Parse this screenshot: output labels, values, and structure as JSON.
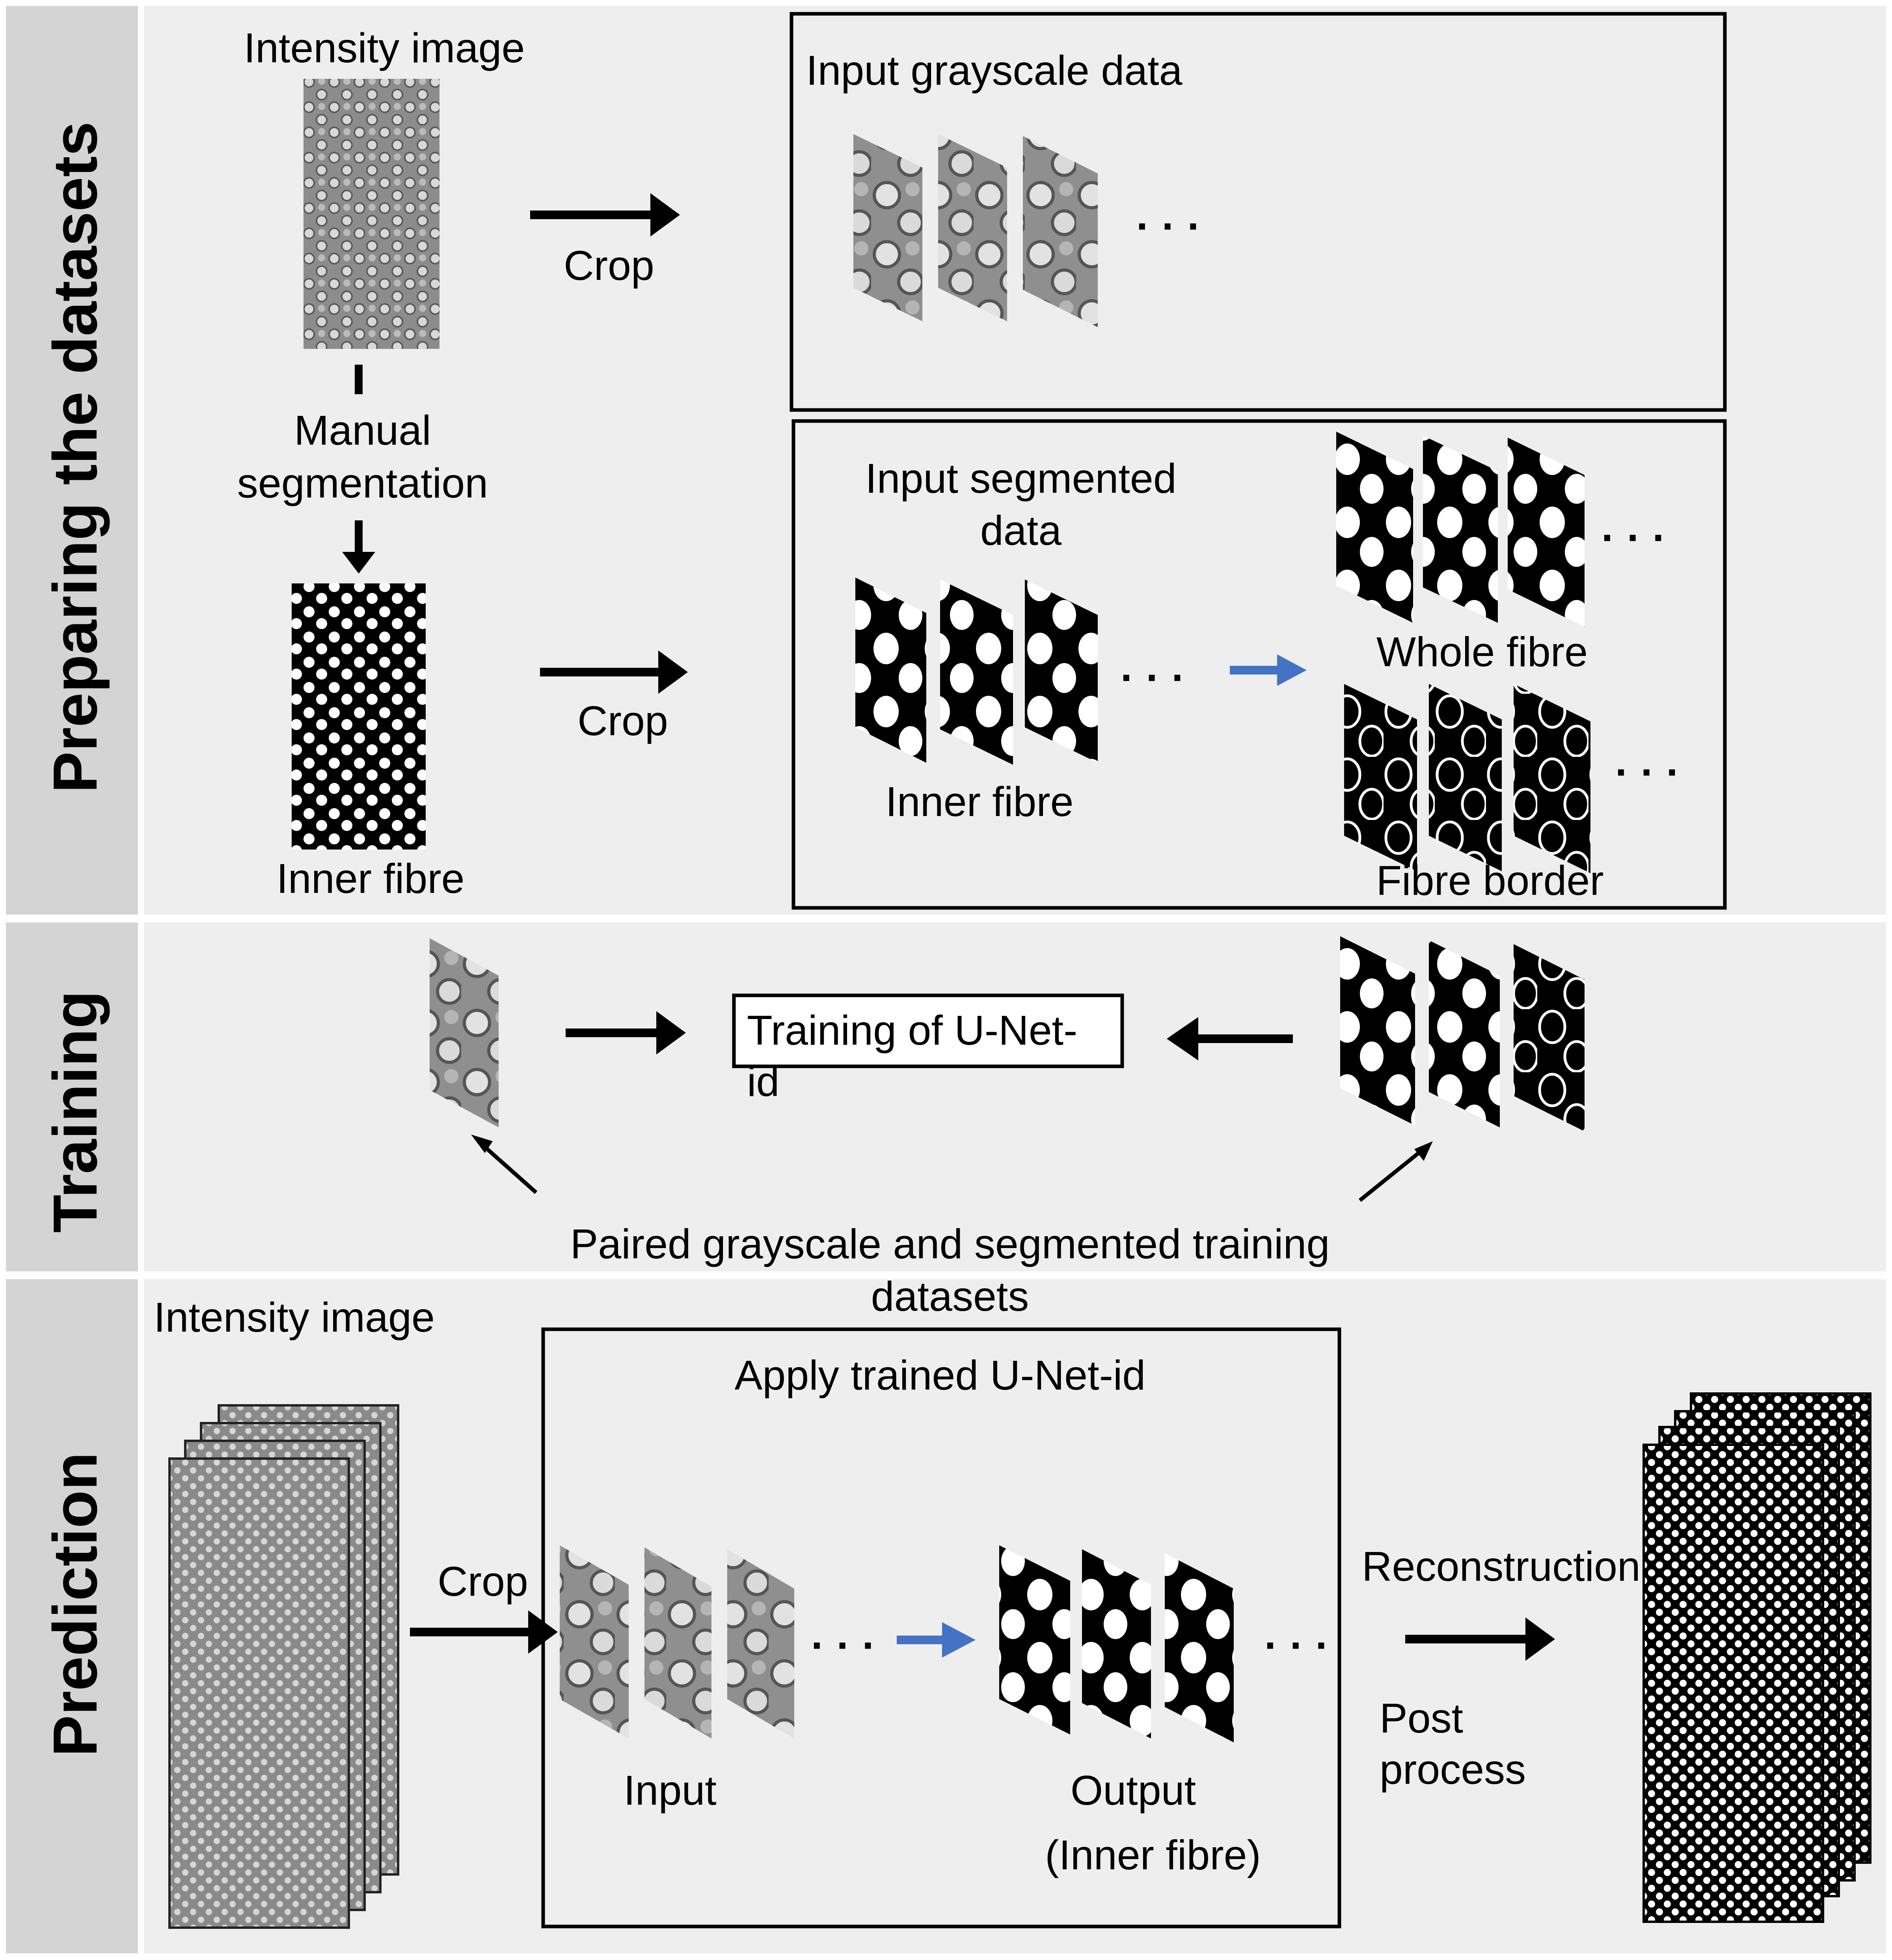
{
  "sections": {
    "preparing": "Preparing the datasets",
    "training": "Training",
    "prediction": "Prediction"
  },
  "preparing": {
    "intensity_image": "Intensity image",
    "manual_seg_line1": "Manual",
    "manual_seg_line2": "segmentation",
    "inner_fibre": "Inner fibre",
    "crop_top": "Crop",
    "crop_bottom": "Crop",
    "grayscale_box_title": "Input grayscale data",
    "segmented_title_line1": "Input segmented",
    "segmented_title_line2": "data",
    "segmented_inner_fibre": "Inner fibre",
    "whole_fibre": "Whole fibre",
    "fibre_border": "Fibre border",
    "ellipsis": "· · ·"
  },
  "training": {
    "box_line1": "Training of U-Net-",
    "box_line2": "id",
    "paired_line1": "Paired grayscale and segmented training",
    "paired_line2": "datasets"
  },
  "prediction": {
    "intensity_image": "Intensity image",
    "crop": "Crop",
    "apply_title": "Apply trained U-Net-id",
    "input": "Input",
    "output_line1": "Output",
    "output_line2": "(Inner fibre)",
    "reconstruction": "Reconstruction",
    "post_line1": "Post",
    "post_line2": "process"
  },
  "colors": {
    "band_bg": "#eeeeee",
    "side_bg": "#d4d4d4",
    "arrow_blue": "#4472c4",
    "stroke": "#000000"
  }
}
